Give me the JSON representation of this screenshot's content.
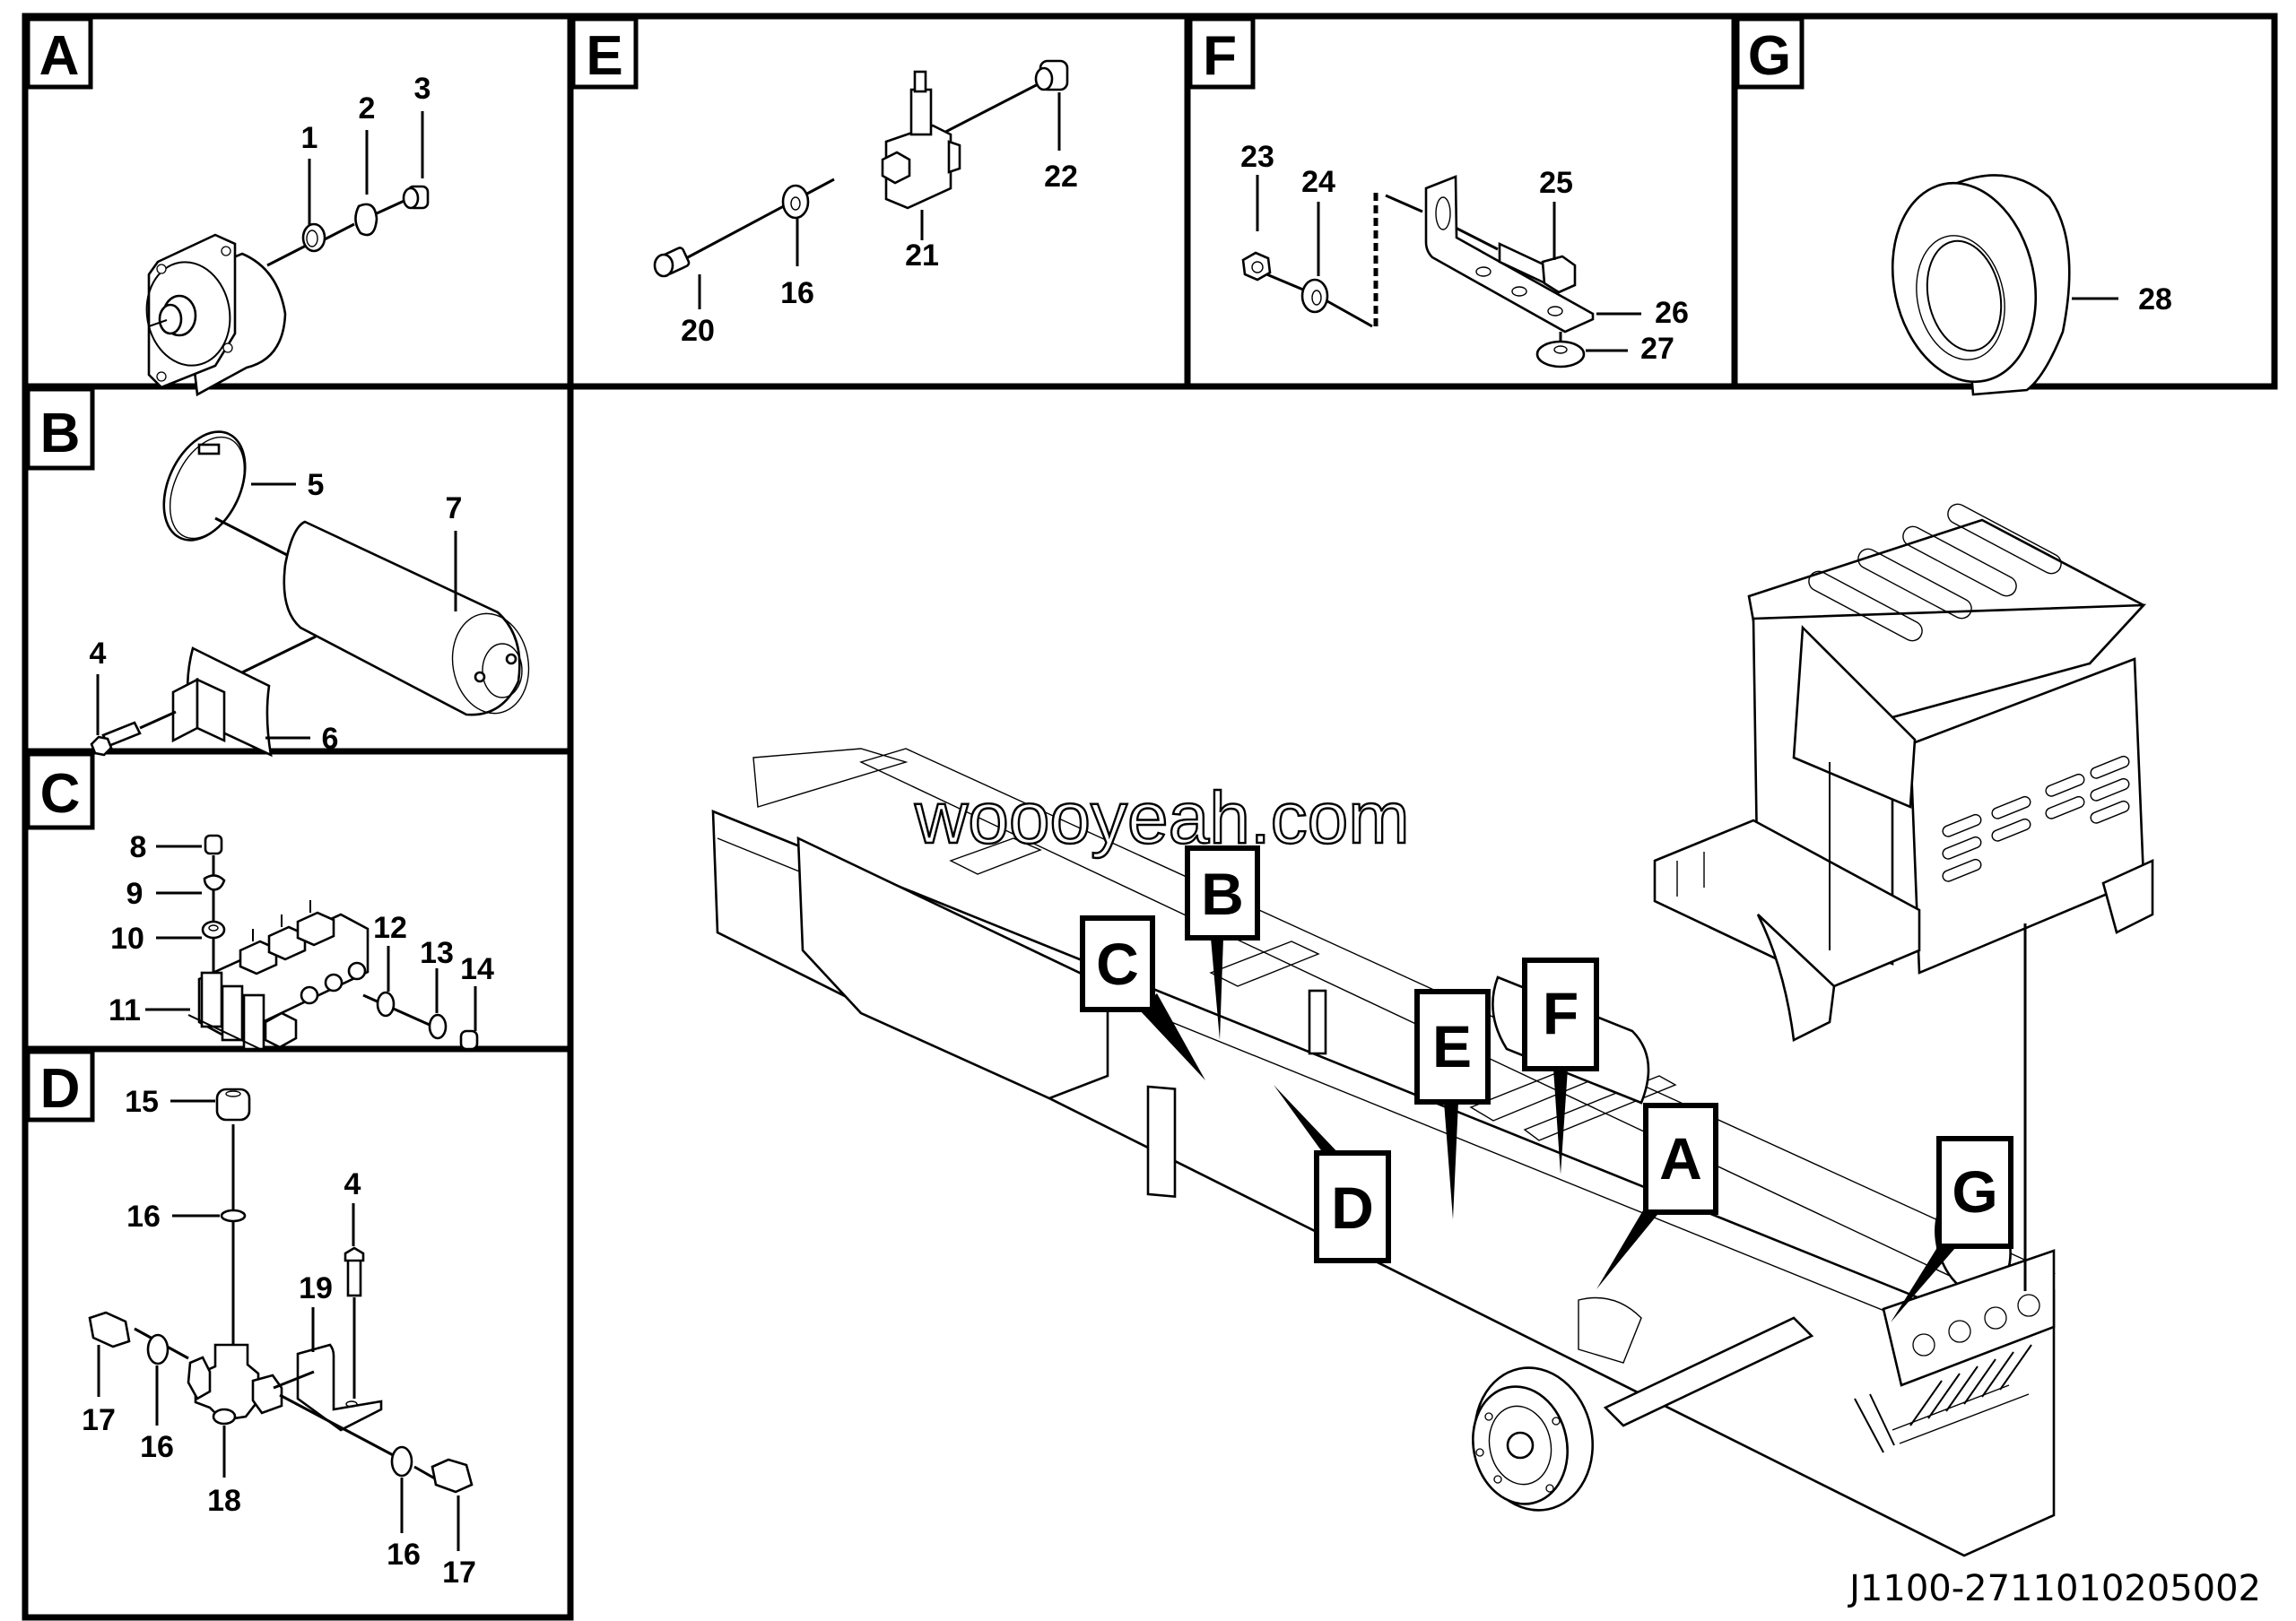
{
  "document": {
    "drawing_code": "J1100-2711010205002",
    "watermark": "woooyeah.com"
  },
  "panels": {
    "A": {
      "tag": "A",
      "callouts": [
        "1",
        "2",
        "3"
      ]
    },
    "B": {
      "tag": "B",
      "callouts": [
        "4",
        "5",
        "6",
        "7"
      ]
    },
    "C": {
      "tag": "C",
      "callouts": [
        "8",
        "9",
        "10",
        "11",
        "12",
        "13",
        "14"
      ]
    },
    "D": {
      "tag": "D",
      "callouts": [
        "15",
        "16",
        "4",
        "19",
        "17",
        "16",
        "18",
        "16",
        "17"
      ]
    },
    "E": {
      "tag": "E",
      "callouts": [
        "20",
        "16",
        "21",
        "22"
      ]
    },
    "F": {
      "tag": "F",
      "callouts": [
        "23",
        "24",
        "25",
        "26",
        "27"
      ]
    },
    "G": {
      "tag": "G",
      "callouts": [
        "28"
      ]
    }
  },
  "overview": {
    "callouts": [
      "A",
      "B",
      "C",
      "D",
      "E",
      "F",
      "G"
    ]
  }
}
